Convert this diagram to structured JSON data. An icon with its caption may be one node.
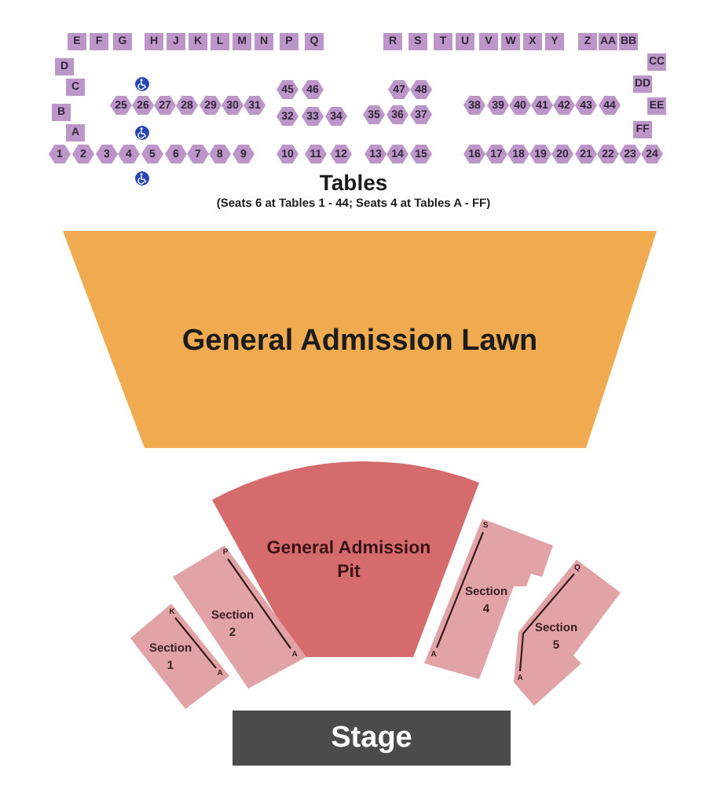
{
  "diagram": {
    "nodes": [
      {
        "text": [
          "E"
        ]
      },
      {
        "text": [
          "F"
        ]
      },
      {
        "text": [
          "G"
        ]
      },
      {
        "text": [
          "H"
        ]
      },
      {
        "text": [
          "J"
        ]
      },
      {
        "text": [
          "K"
        ]
      },
      {
        "text": [
          "L"
        ]
      },
      {
        "text": [
          "M"
        ]
      },
      {
        "text": [
          "N"
        ]
      },
      {
        "text": [
          "P"
        ]
      },
      {
        "text": [
          "Q"
        ]
      },
      {
        "text": [
          "R"
        ]
      },
      {
        "text": [
          "S"
        ]
      },
      {
        "text": [
          "T"
        ]
      },
      {
        "text": [
          "U"
        ]
      },
      {
        "text": [
          "V"
        ]
      },
      {
        "text": [
          "W"
        ]
      },
      {
        "text": [
          "X"
        ]
      },
      {
        "text": [
          "Y"
        ]
      },
      {
        "text": [
          "Z"
        ]
      },
      {
        "text": [
          "AA"
        ]
      },
      {
        "text": [
          "BB"
        ]
      },
      {
        "text": [
          "D"
        ]
      },
      {
        "text": [
          "CC"
        ]
      },
      {
        "text": [
          "C"
        ]
      },
      {
        "text": [
          "45"
        ]
      },
      {
        "text": [
          "46"
        ]
      },
      {
        "text": [
          "47"
        ]
      },
      {
        "text": [
          "48"
        ]
      },
      {
        "text": [
          "DD"
        ]
      },
      {
        "text": [
          "B"
        ]
      },
      {
        "text": [
          "25"
        ]
      },
      {
        "text": [
          "26"
        ]
      },
      {
        "text": [
          "27"
        ]
      },
      {
        "text": [
          "28"
        ]
      },
      {
        "text": [
          "29"
        ]
      },
      {
        "text": [
          "30"
        ]
      },
      {
        "text": [
          "31"
        ]
      },
      {
        "text": [
          "32"
        ]
      },
      {
        "text": [
          "33"
        ]
      },
      {
        "text": [
          "34"
        ]
      },
      {
        "text": [
          "35"
        ]
      },
      {
        "text": [
          "36"
        ]
      },
      {
        "text": [
          "37"
        ]
      },
      {
        "text": [
          "38"
        ]
      },
      {
        "text": [
          "39"
        ]
      },
      {
        "text": [
          "40"
        ]
      },
      {
        "text": [
          "41"
        ]
      },
      {
        "text": [
          "42"
        ]
      },
      {
        "text": [
          "43"
        ]
      },
      {
        "text": [
          "44"
        ]
      },
      {
        "text": [
          "EE"
        ]
      },
      {
        "text": [
          "A"
        ]
      },
      {
        "text": [
          "FF"
        ]
      },
      {
        "text": [
          "1"
        ]
      },
      {
        "text": [
          "2"
        ]
      },
      {
        "text": [
          "3"
        ]
      },
      {
        "text": [
          "4"
        ]
      },
      {
        "text": [
          "5"
        ]
      },
      {
        "text": [
          "6"
        ]
      },
      {
        "text": [
          "7"
        ]
      },
      {
        "text": [
          "8"
        ]
      },
      {
        "text": [
          "9"
        ]
      },
      {
        "text": [
          "10"
        ]
      },
      {
        "text": [
          "11"
        ]
      },
      {
        "text": [
          "12"
        ]
      },
      {
        "text": [
          "13"
        ]
      },
      {
        "text": [
          "14"
        ]
      },
      {
        "text": [
          "15"
        ]
      },
      {
        "text": [
          "16"
        ]
      },
      {
        "text": [
          "17"
        ]
      },
      {
        "text": [
          "18"
        ]
      },
      {
        "text": [
          "19"
        ]
      },
      {
        "text": [
          "20"
        ]
      },
      {
        "text": [
          "21"
        ]
      },
      {
        "text": [
          "22"
        ]
      },
      {
        "text": [
          "23"
        ]
      },
      {
        "text": [
          "24"
        ]
      },
      {
        "text": [
          "General Admission Lawn"
        ]
      },
      {
        "text": [
          "General Admission Pit"
        ]
      },
      {
        "text": [
          "K",
          "Section 1",
          "A"
        ]
      },
      {
        "text": [
          "P",
          "Section 2",
          "A"
        ]
      },
      {
        "text": [
          "S",
          "Section 4",
          "A"
        ]
      },
      {
        "text": [
          "Q",
          "Section 5",
          "A"
        ]
      },
      {
        "text": [
          "Stage"
        ]
      }
    ],
    "labels": [
      "Tables",
      "(Seats 6 at Tables 1 - 44; Seats 4 at Tables A - FF)"
    ]
  }
}
